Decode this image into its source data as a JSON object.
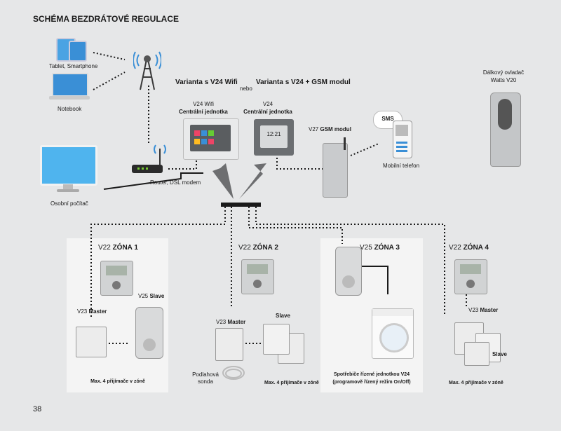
{
  "title": "SCHÉMA BEZDRÁTOVÉ REGULACE",
  "page_number": "38",
  "variants": {
    "wifi": "Varianta s V24 Wifi",
    "or": "nebo",
    "gsm": "Varianta s V24 + GSM modul"
  },
  "devices": {
    "tablet": "Tablet, Smartphone",
    "notebook": "Notebook",
    "pc": "Osobní počítač",
    "router": "Router, DSL modem",
    "v24wifi_model": "V24 Wifi",
    "v24wifi_role": "Centrální jednotka",
    "v24_model": "V24",
    "v24_role": "Centrální jednotka",
    "v24_time": "12:21",
    "gsm_model": "V27",
    "gsm_name": "GSM modul",
    "sms": "SMS",
    "phone": "Mobilní telefon",
    "remote_1": "Dálkový ovladač",
    "remote_2": "Watts V20"
  },
  "zones": {
    "z1": {
      "model": "V22",
      "name": "ZÓNA 1",
      "master_model": "V23",
      "master": "Master",
      "slave_model": "V25",
      "slave": "Slave",
      "note": "Max. 4 přijímače v zóně"
    },
    "z2": {
      "model": "V22",
      "name": "ZÓNA 2",
      "master_model": "V23",
      "master": "Master",
      "slave": "Slave",
      "floor_1": "Podlahová",
      "floor_2": "sonda",
      "note": "Max. 4 přijímače v zóně"
    },
    "z3": {
      "model": "V25",
      "name": "ZÓNA 3",
      "note_1": "Spotřebiče řízené jednotkou V24",
      "note_2": "(programově řízený režim On/Off)"
    },
    "z4": {
      "model": "V22",
      "name": "ZÓNA 4",
      "master_model": "V23",
      "master": "Master",
      "slave": "Slave",
      "note": "Max. 4 přijímače v zóně"
    }
  },
  "colors": {
    "background": "#e6e7e8",
    "zone_panel": "#f4f4f4",
    "connector": "#1a1a1a",
    "accent_blue": "#3a8fd6"
  }
}
